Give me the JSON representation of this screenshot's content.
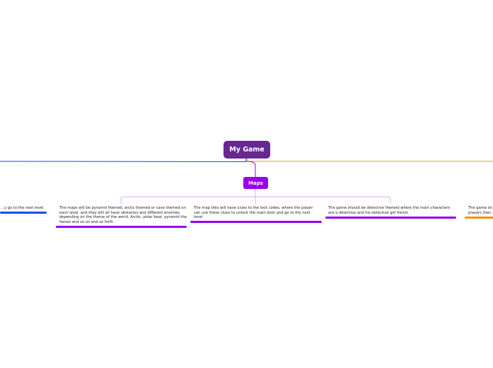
{
  "root": {
    "label": "My Game"
  },
  "branch": {
    "label": "Maps"
  },
  "leaves": [
    {
      "text": "...y go to the next level",
      "color": "#0a4ee8"
    },
    {
      "text": "The maps will be pyramid themed, arctic themed or cave themed on each level, and they will all have obstacles and different enemies depending on the theme of the world. Arctic, polar bear, pyramid the faroes and so on and so forth",
      "color": "#9400e8"
    },
    {
      "text": "The map tiles will have clues to the lock codes, where the player can use these clues to unlock the main door and go to the next level",
      "color": "#9400e8"
    },
    {
      "text": "The game should be detective themed where the main characters are a detective and his detective girl freind.",
      "color": "#9400e8"
    },
    {
      "text": "The game sh... players then...",
      "color": "#f29400"
    }
  ],
  "colors": {
    "root": "#67288f",
    "branch": "#9900ee",
    "left_connector": "#0a4ee8",
    "right_connector": "#f29400",
    "bracket": "#d8a8f5"
  }
}
